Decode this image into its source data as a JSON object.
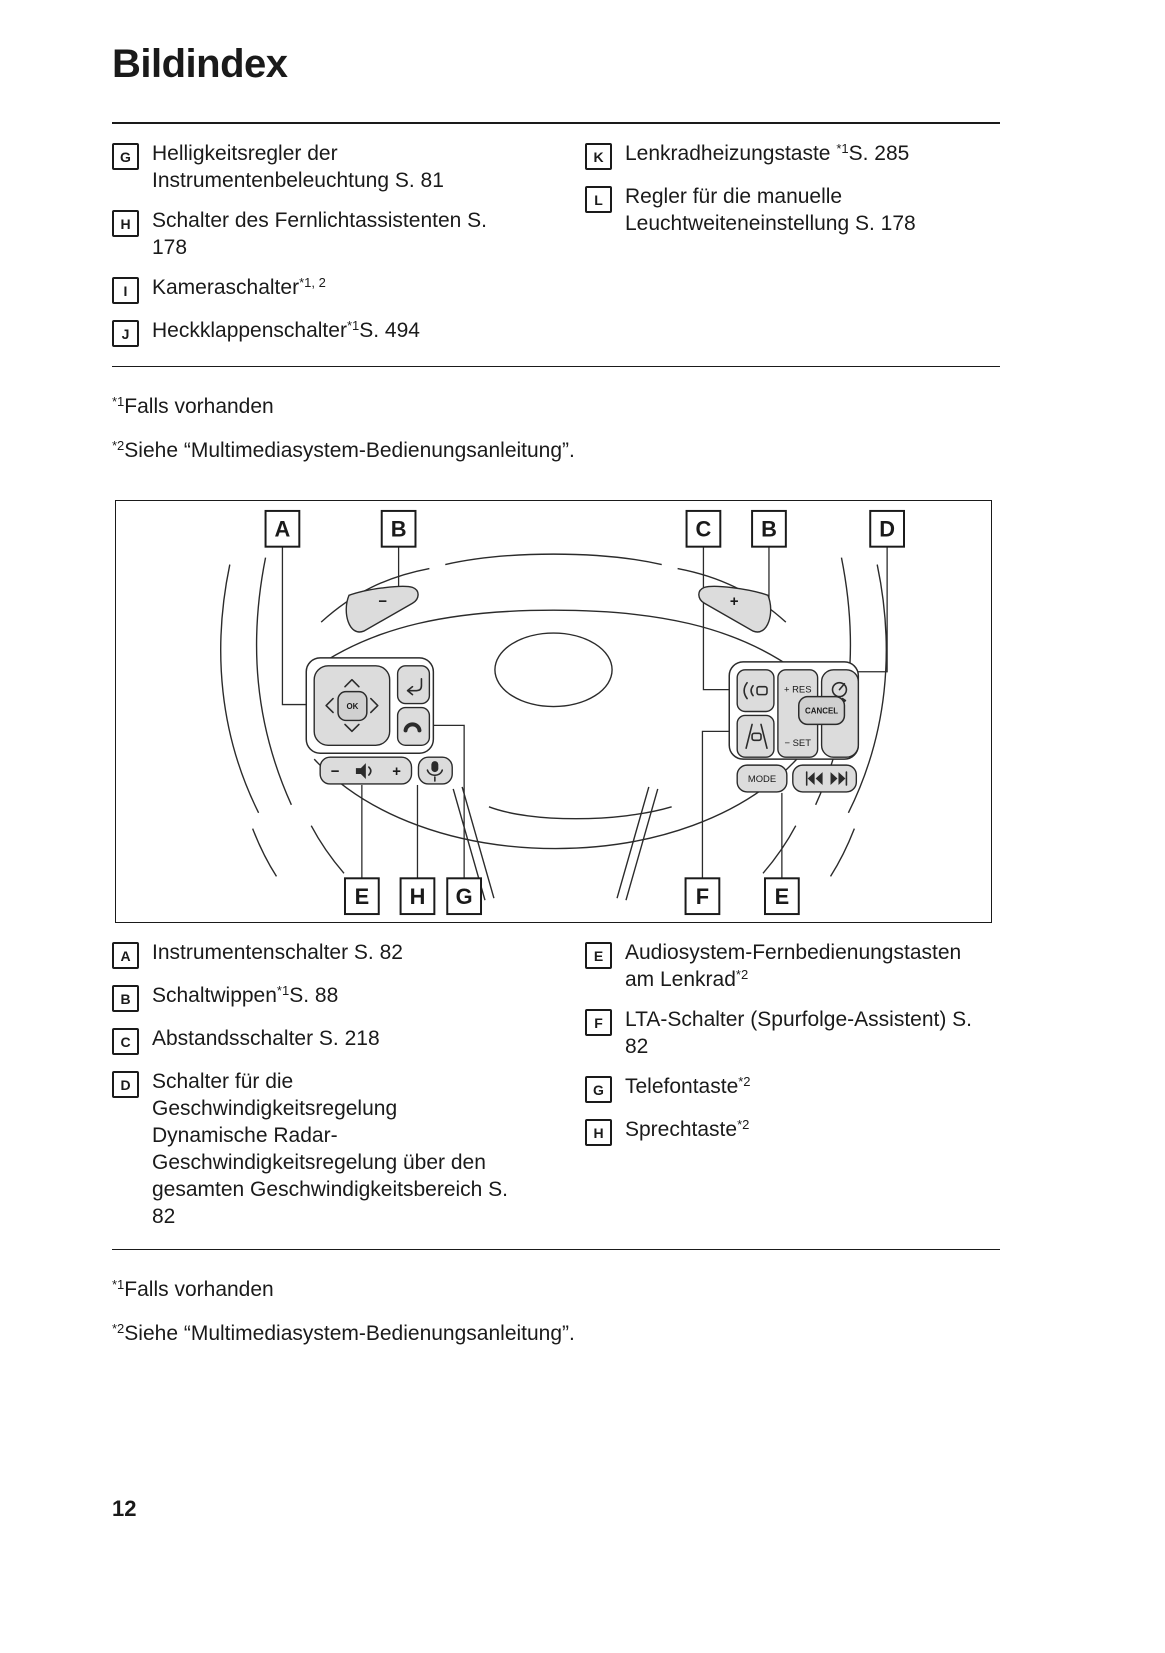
{
  "page": {
    "title": "Bildindex",
    "number": "12"
  },
  "colors": {
    "ink": "#1a1a1a",
    "button_fill": "#dcdcdc",
    "line": "#2b2b2b"
  },
  "top_list": {
    "left": [
      {
        "key": "G",
        "segments": [
          {
            "t": "Helligkeitsregler der Instrumentenbeleuchtung S. 81"
          }
        ]
      },
      {
        "key": "H",
        "segments": [
          {
            "t": "Schalter des Fernlichtassistenten S. 178"
          }
        ]
      },
      {
        "key": "I",
        "segments": [
          {
            "t": "Kameraschalter"
          },
          {
            "sup": "*1, 2"
          }
        ]
      },
      {
        "key": "J",
        "segments": [
          {
            "t": "Heckklappenschalter"
          },
          {
            "sup": "*1"
          },
          {
            "t": "S. 494"
          }
        ]
      }
    ],
    "right": [
      {
        "key": "K",
        "segments": [
          {
            "t": "Lenkradheizungstaste "
          },
          {
            "sup": "*1"
          },
          {
            "t": "S. 285"
          }
        ]
      },
      {
        "key": "L",
        "segments": [
          {
            "t": "Regler für die manuelle Leuchtweiteneinstellung S. 178"
          }
        ]
      }
    ]
  },
  "footnotes_top": [
    [
      {
        "sup": "*1"
      },
      {
        "t": "Falls vorhanden"
      }
    ],
    [
      {
        "sup": "*2"
      },
      {
        "t": "Siehe “Multimediasystem-Bedienungsanleitung”."
      }
    ]
  ],
  "diagram": {
    "callouts_top": [
      "A",
      "B",
      "C",
      "B",
      "D"
    ],
    "callouts_bottom": [
      "E",
      "H",
      "G",
      "F",
      "E"
    ],
    "labels": {
      "ok": "OK",
      "cancel": "CANCEL",
      "res": "+ RES",
      "set": "− SET",
      "mode": "MODE",
      "paddle_left": "−",
      "paddle_right": "+",
      "vol_minus": "−",
      "vol_plus": "+"
    }
  },
  "bottom_list": {
    "left": [
      {
        "key": "A",
        "segments": [
          {
            "t": "Instrumentenschalter S. 82"
          }
        ]
      },
      {
        "key": "B",
        "segments": [
          {
            "t": "Schaltwippen"
          },
          {
            "sup": "*1"
          },
          {
            "t": "S. 88"
          }
        ]
      },
      {
        "key": "C",
        "segments": [
          {
            "t": "Abstandsschalter S. 218"
          }
        ]
      },
      {
        "key": "D",
        "segments": [
          {
            "t": "Schalter für die Geschwindigkeitsregelung Dynamische Radar-Geschwindigkeitsregelung über den gesamten Geschwindigkeitsbereich S. 82"
          }
        ]
      }
    ],
    "right": [
      {
        "key": "E",
        "segments": [
          {
            "t": "Audiosystem-Fernbedienungstasten am Lenkrad"
          },
          {
            "sup": "*2"
          }
        ]
      },
      {
        "key": "F",
        "segments": [
          {
            "t": "LTA-Schalter (Spurfolge-Assistent) S. 82"
          }
        ]
      },
      {
        "key": "G",
        "segments": [
          {
            "t": "Telefontaste"
          },
          {
            "sup": "*2"
          }
        ]
      },
      {
        "key": "H",
        "segments": [
          {
            "t": "Sprechtaste"
          },
          {
            "sup": "*2"
          }
        ]
      }
    ]
  },
  "footnotes_bottom": [
    [
      {
        "sup": "*1"
      },
      {
        "t": "Falls vorhanden"
      }
    ],
    [
      {
        "sup": "*2"
      },
      {
        "t": "Siehe “Multimediasystem-Bedienungsanleitung”."
      }
    ]
  ]
}
